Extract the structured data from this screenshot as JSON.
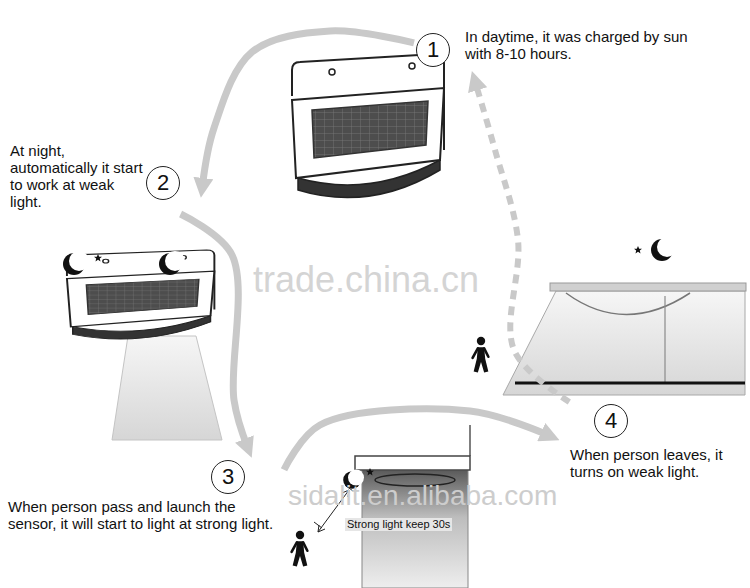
{
  "diagram": {
    "nodes": [
      {
        "text": [
          "1",
          "In daytime, it was charged by sun with 8-10 hours."
        ]
      },
      {
        "text": [
          "2",
          "At night, automatically it start to work at weak light."
        ]
      },
      {
        "text": [
          "3",
          "When person pass and launch the sensor, it will start to light at strong light."
        ]
      },
      {
        "text": [
          "4",
          "When person leaves, it turns on weak light."
        ]
      }
    ],
    "edges": [
      {
        "from": 0,
        "to": 1,
        "arrow": "to"
      },
      {
        "from": 1,
        "to": 2,
        "arrow": "to"
      },
      {
        "from": 2,
        "to": 3,
        "arrow": "to"
      },
      {
        "from": 3,
        "to": 0,
        "arrow": "to"
      }
    ],
    "labels": [
      "Strong light keep 30s",
      "trade.china.cn",
      "sidalit.en.alibaba.com"
    ]
  }
}
